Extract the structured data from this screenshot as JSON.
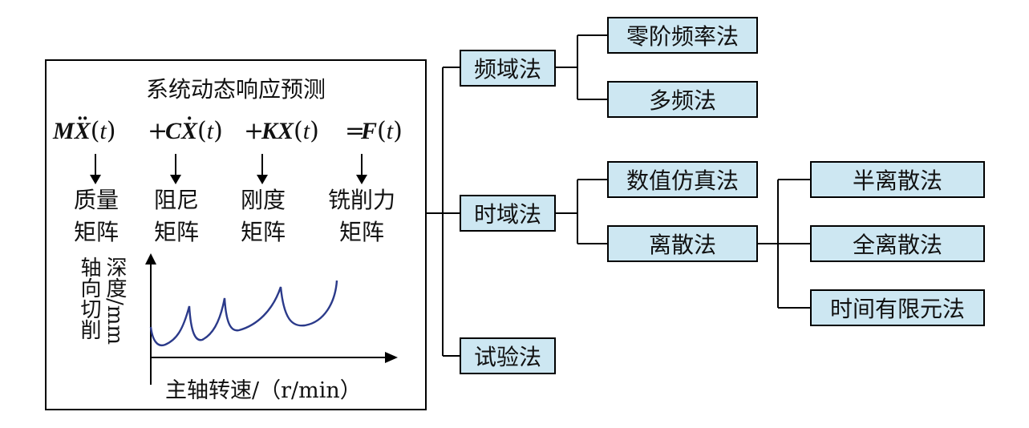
{
  "panel": {
    "title": "系统动态响应预测",
    "equation": {
      "m": "M",
      "x1": "X",
      "t1": "(",
      "tv1": "t",
      "tc1": ")",
      "plus1": "+",
      "c": "C",
      "x2": "X",
      "t2": "(",
      "tv2": "t",
      "tc2": ")",
      "plus2": "+",
      "k": "K",
      "x3": "X",
      "t3": "(",
      "tv3": "t",
      "tc3": ")",
      "eq": "=",
      "f": "F",
      "t4": "(",
      "tv4": "t",
      "tc4": ")"
    },
    "matrices": [
      {
        "line1": "质量",
        "line2": "矩阵"
      },
      {
        "line1": "阻尼",
        "line2": "矩阵"
      },
      {
        "line1": "刚度",
        "line2": "矩阵"
      },
      {
        "line1": "铣削力",
        "line2": "矩阵"
      }
    ],
    "plot": {
      "ylabel_line1": "轴向切削",
      "ylabel_line2": "深度/mm",
      "xlabel": "主轴转速/（r/min）",
      "curve_color": "#2b3a8a"
    }
  },
  "tree": {
    "root_children": [
      {
        "label": "频域法"
      },
      {
        "label": "时域法"
      },
      {
        "label": "试验法"
      }
    ],
    "freq_children": [
      {
        "label": "零阶频率法"
      },
      {
        "label": "多频法"
      }
    ],
    "time_children": [
      {
        "label": "数值仿真法"
      },
      {
        "label": "离散法"
      }
    ],
    "discrete_children": [
      {
        "label": "半离散法"
      },
      {
        "label": "全离散法"
      },
      {
        "label": "时间有限元法"
      }
    ],
    "box_color": "#cde7f2"
  }
}
